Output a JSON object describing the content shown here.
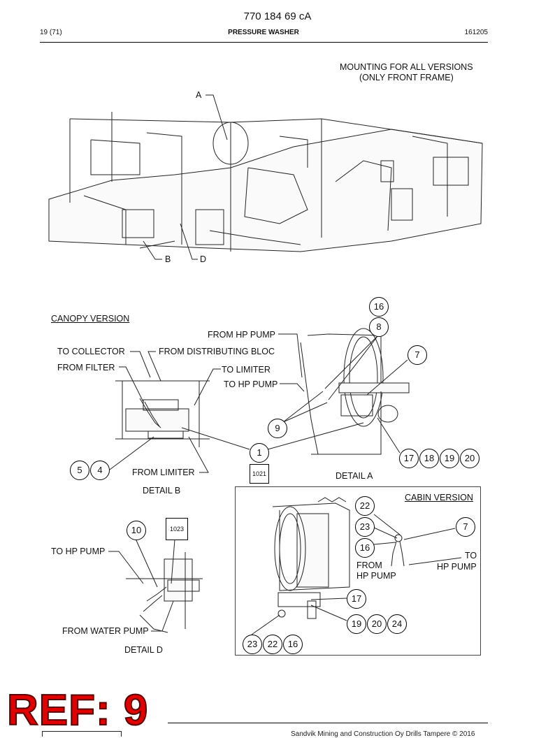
{
  "header": {
    "doc_number": "770 184 69 cA",
    "page": "19 (71)",
    "title": "PRESSURE WASHER",
    "code": "161205"
  },
  "overview": {
    "note_line1": "MOUNTING FOR ALL VERSIONS",
    "note_line2": "(ONLY FRONT FRAME)",
    "callout_a": "A",
    "callout_b": "B",
    "callout_d": "D"
  },
  "canopy": {
    "title": "CANOPY VERSION",
    "labels": {
      "from_hp_pump": "FROM HP PUMP",
      "to_collector": "TO COLLECTOR",
      "from_distributing_bloc": "FROM DISTRIBUTING BLOC",
      "from_filter": "FROM FILTER",
      "to_limiter": "TO LIMITER",
      "to_hp_pump": "TO HP PUMP",
      "from_limiter": "FROM LIMITER"
    },
    "detail_b": "DETAIL B",
    "detail_a": "DETAIL A",
    "ref_box": "1021",
    "callouts": [
      "16",
      "8",
      "7",
      "9",
      "1",
      "17",
      "18",
      "19",
      "20",
      "5",
      "4"
    ]
  },
  "detail_d": {
    "title": "DETAIL D",
    "to_hp_pump": "TO HP PUMP",
    "from_water_pump": "FROM WATER PUMP",
    "ref_box": "1023",
    "callout": "10"
  },
  "cabin": {
    "title": "CABIN VERSION",
    "from_hp_pump_l1": "FROM",
    "from_hp_pump_l2": "HP PUMP",
    "to_hp_pump_l1": "TO",
    "to_hp_pump_l2": "HP PUMP",
    "callouts": [
      "22",
      "23",
      "16",
      "7",
      "17",
      "19",
      "20",
      "24",
      "23",
      "22",
      "16"
    ]
  },
  "stamp": "REF: 9",
  "footer": "Sandvik Mining and Construction Oy Drills Tampere © 2016"
}
